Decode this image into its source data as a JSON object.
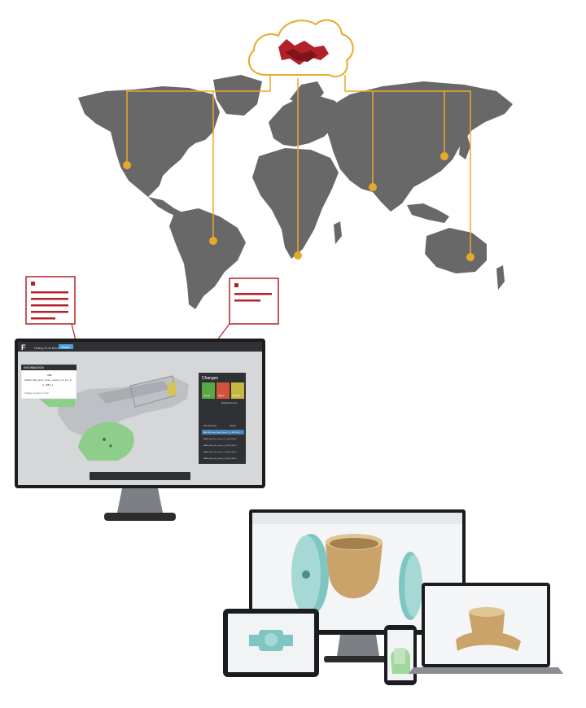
{
  "colors": {
    "map_land": "#686868",
    "accent_gold": "#e8a92a",
    "accent_red": "#b3212b",
    "screen_dark": "#2f3135",
    "screen_bg": "#d6d7d9",
    "cad_teal": "#7fc6c3",
    "cad_bronze": "#c9a36a",
    "green_part": "#8dce8a"
  },
  "icons": {
    "cloud": "cloud-icon",
    "cad_part": "3d-bracket-model",
    "location": "location-pin-icon",
    "document": "document-icon",
    "brand": "fusion-logo-icon"
  },
  "monitor": {
    "app_logo": "F",
    "header_crumb": "Heavy N ds Model 3",
    "header_button": "Share",
    "info_panel": {
      "title": "INFORMATION",
      "line1": "0BE",
      "line2": "0A000_RB_Lines_Front_Center_Lin_Lin_0",
      "line3": "0_1050_1",
      "footer": "Change (revision 2.0 D)"
    },
    "changes_panel": {
      "title": "Changes",
      "card_accept": "Accept",
      "card_reject": "Reject",
      "card_pending": "Pending",
      "status": "Modification type",
      "list_tabs": [
        "Part Structure",
        "History"
      ],
      "list_items": [
        "0BE_RB_Lines_Front_Center_1_0_RB_1050_1",
        "0A000_RB_Lines_Front_C_0_RB_1050_1",
        "0A000_RB_Lines_Front_1_0_RB_1050_1",
        "0A000_RB_Lines_Front_1_0_RB_1050_1",
        "0A000_RB_Lines_Front_1_0_RB_1050_1"
      ]
    }
  }
}
